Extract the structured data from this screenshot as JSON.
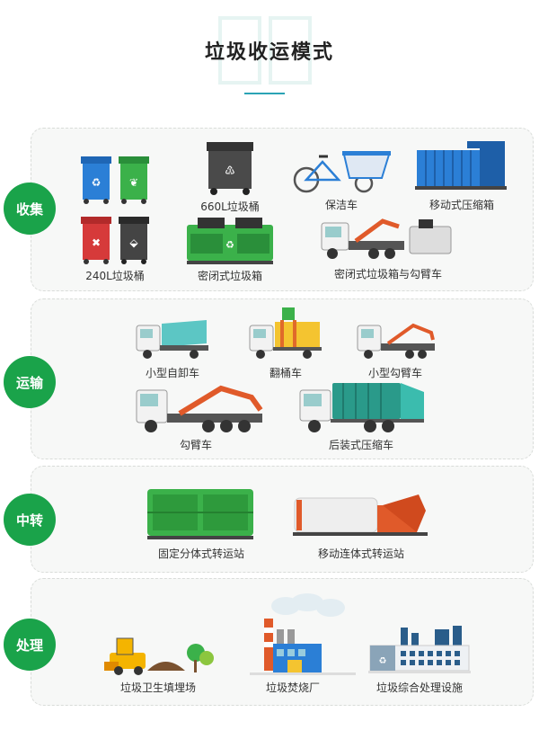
{
  "title": "垃圾收运模式",
  "stages": {
    "collect": "收集",
    "transport": "运输",
    "transfer": "中转",
    "dispose": "处理"
  },
  "collect_items": {
    "bin660": "660L垃圾桶",
    "clean_cart": "保洁车",
    "mobile_box": "移动式压缩箱",
    "bin240": "240L垃圾桶",
    "sealed_box": "密闭式垃圾箱",
    "sealed_hook": "密闭式垃圾箱与勾臂车"
  },
  "transport_items": {
    "small_dump": "小型自卸车",
    "flip_bucket": "翻桶车",
    "small_hook": "小型勾臂车",
    "hook_truck": "勾臂车",
    "rear_compress": "后装式压缩车"
  },
  "transfer_items": {
    "fixed_split": "固定分体式转运站",
    "mobile_joint": "移动连体式转运站"
  },
  "dispose_items": {
    "landfill": "垃圾卫生填埋场",
    "incinerator": "垃圾焚烧厂",
    "integrated": "垃圾综合处理设施"
  },
  "colors": {
    "stage_green": "#1aa34a",
    "accent_teal": "#2aa3b5"
  }
}
